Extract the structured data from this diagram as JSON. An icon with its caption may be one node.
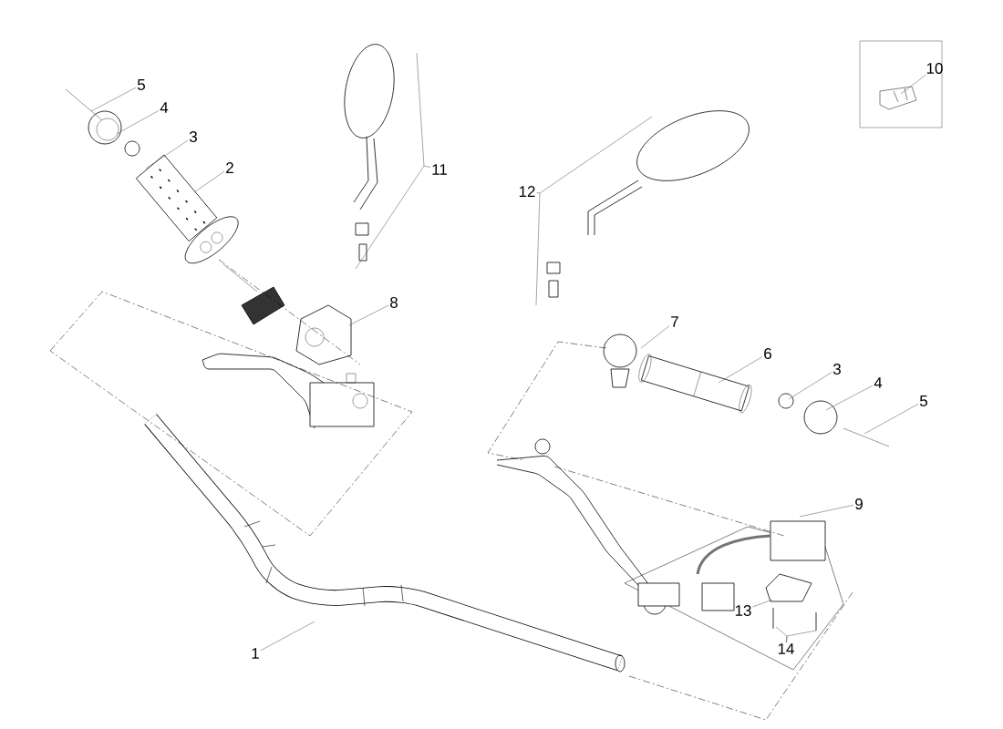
{
  "diagram": {
    "nodes": [
      {
        "text": [
          "5"
        ]
      },
      {
        "text": [
          "4"
        ]
      },
      {
        "text": [
          "3"
        ]
      },
      {
        "text": [
          "2"
        ]
      },
      {
        "text": [
          "11"
        ]
      },
      {
        "text": [
          "12"
        ]
      },
      {
        "text": [
          "10"
        ]
      },
      {
        "text": [
          "8"
        ]
      },
      {
        "text": [
          "7"
        ]
      },
      {
        "text": [
          "6"
        ]
      },
      {
        "text": [
          "3"
        ]
      },
      {
        "text": [
          "4"
        ]
      },
      {
        "text": [
          "5"
        ]
      },
      {
        "text": [
          "9"
        ]
      },
      {
        "text": [
          "1"
        ]
      },
      {
        "text": [
          "13"
        ]
      },
      {
        "text": [
          "14"
        ]
      }
    ],
    "edges": [
      {
        "from": 0,
        "to": null,
        "arrow": "none"
      },
      {
        "from": 1,
        "to": null,
        "arrow": "none"
      },
      {
        "from": 2,
        "to": null,
        "arrow": "none"
      },
      {
        "from": 3,
        "to": null,
        "arrow": "none"
      },
      {
        "from": 4,
        "to": null,
        "arrow": "none"
      },
      {
        "from": 5,
        "to": null,
        "arrow": "none"
      },
      {
        "from": 6,
        "to": null,
        "arrow": "none"
      },
      {
        "from": 7,
        "to": null,
        "arrow": "none"
      },
      {
        "from": 8,
        "to": null,
        "arrow": "none"
      },
      {
        "from": 9,
        "to": null,
        "arrow": "none"
      },
      {
        "from": 10,
        "to": null,
        "arrow": "none"
      },
      {
        "from": 11,
        "to": null,
        "arrow": "none"
      },
      {
        "from": 12,
        "to": null,
        "arrow": "none"
      },
      {
        "from": 13,
        "to": null,
        "arrow": "none"
      },
      {
        "from": 14,
        "to": null,
        "arrow": "none"
      },
      {
        "from": 15,
        "to": null,
        "arrow": "none"
      },
      {
        "from": 16,
        "to": null,
        "arrow": "none"
      },
      {
        "from": 16,
        "to": null,
        "arrow": "none"
      }
    ]
  }
}
